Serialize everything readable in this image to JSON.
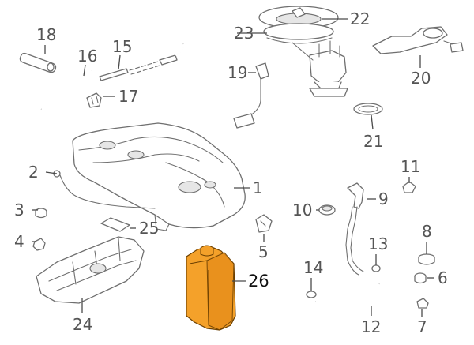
{
  "colors": {
    "highlight_fill": "#f4a12a",
    "highlight_stroke": "#6b3f00",
    "line": "#6f6f6f",
    "text": "#555555"
  },
  "parts": {
    "p1": "1",
    "p2": "2",
    "p3": "3",
    "p4": "4",
    "p5": "5",
    "p6": "6",
    "p7": "7",
    "p8": "8",
    "p9": "9",
    "p10": "10",
    "p11": "11",
    "p12": "12",
    "p13": "13",
    "p14": "14",
    "p15": "15",
    "p16": "16",
    "p17": "17",
    "p18": "18",
    "p19": "19",
    "p20": "20",
    "p21": "21",
    "p22": "22",
    "p23": "23",
    "p24": "24",
    "p25": "25",
    "p26": "26"
  }
}
